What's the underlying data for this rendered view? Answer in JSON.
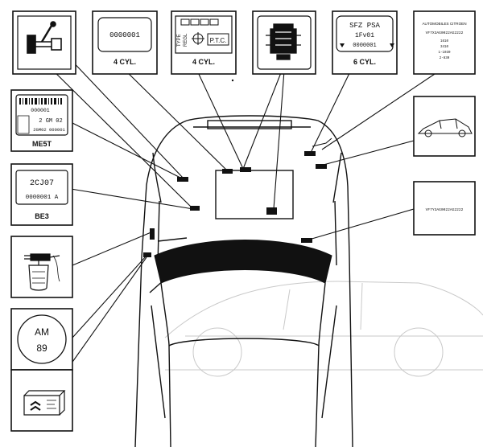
{
  "labels": {
    "pnl2_code": "0000001",
    "pnl2_cyl": "4 CYL.",
    "pnl3_typ": "TYPE",
    "pnl3_regl": "REGL",
    "pnl3_ptc": "P.T.C.",
    "pnl3_cyl": "4 CYL.",
    "pnl5_top": "SFZ  PSA",
    "pnl5_mid": "1Fv01",
    "pnl5_code": "0000001",
    "pnl5_cyl": "6 CYL.",
    "pnl6_head": "AUTOMOBILES  CITROEN",
    "pnl6_vin": "VF7X3AG0022AG2222",
    "pnl6_l1": "1610",
    "pnl6_l2": "3410",
    "pnl6_l3": "1-1030",
    "pnl6_l4": "2-830",
    "me5t_bar": "000001",
    "me5t_l1": "2 GM 02",
    "me5t_l2": "2GM02 000001",
    "me5t_name": "ME5T",
    "be3_l1": "2CJ07",
    "be3_l2": "0000001  A",
    "be3_name": "BE3",
    "vin_strip": "VF7Y3AG0022AG2222",
    "paint_l1": "AM",
    "paint_l2": "89"
  },
  "icons": [
    "gear-lever-icon",
    "engine-icon",
    "car-side-profile-icon",
    "spray-gun-icon",
    "citroen-chevron-badge-icon"
  ]
}
